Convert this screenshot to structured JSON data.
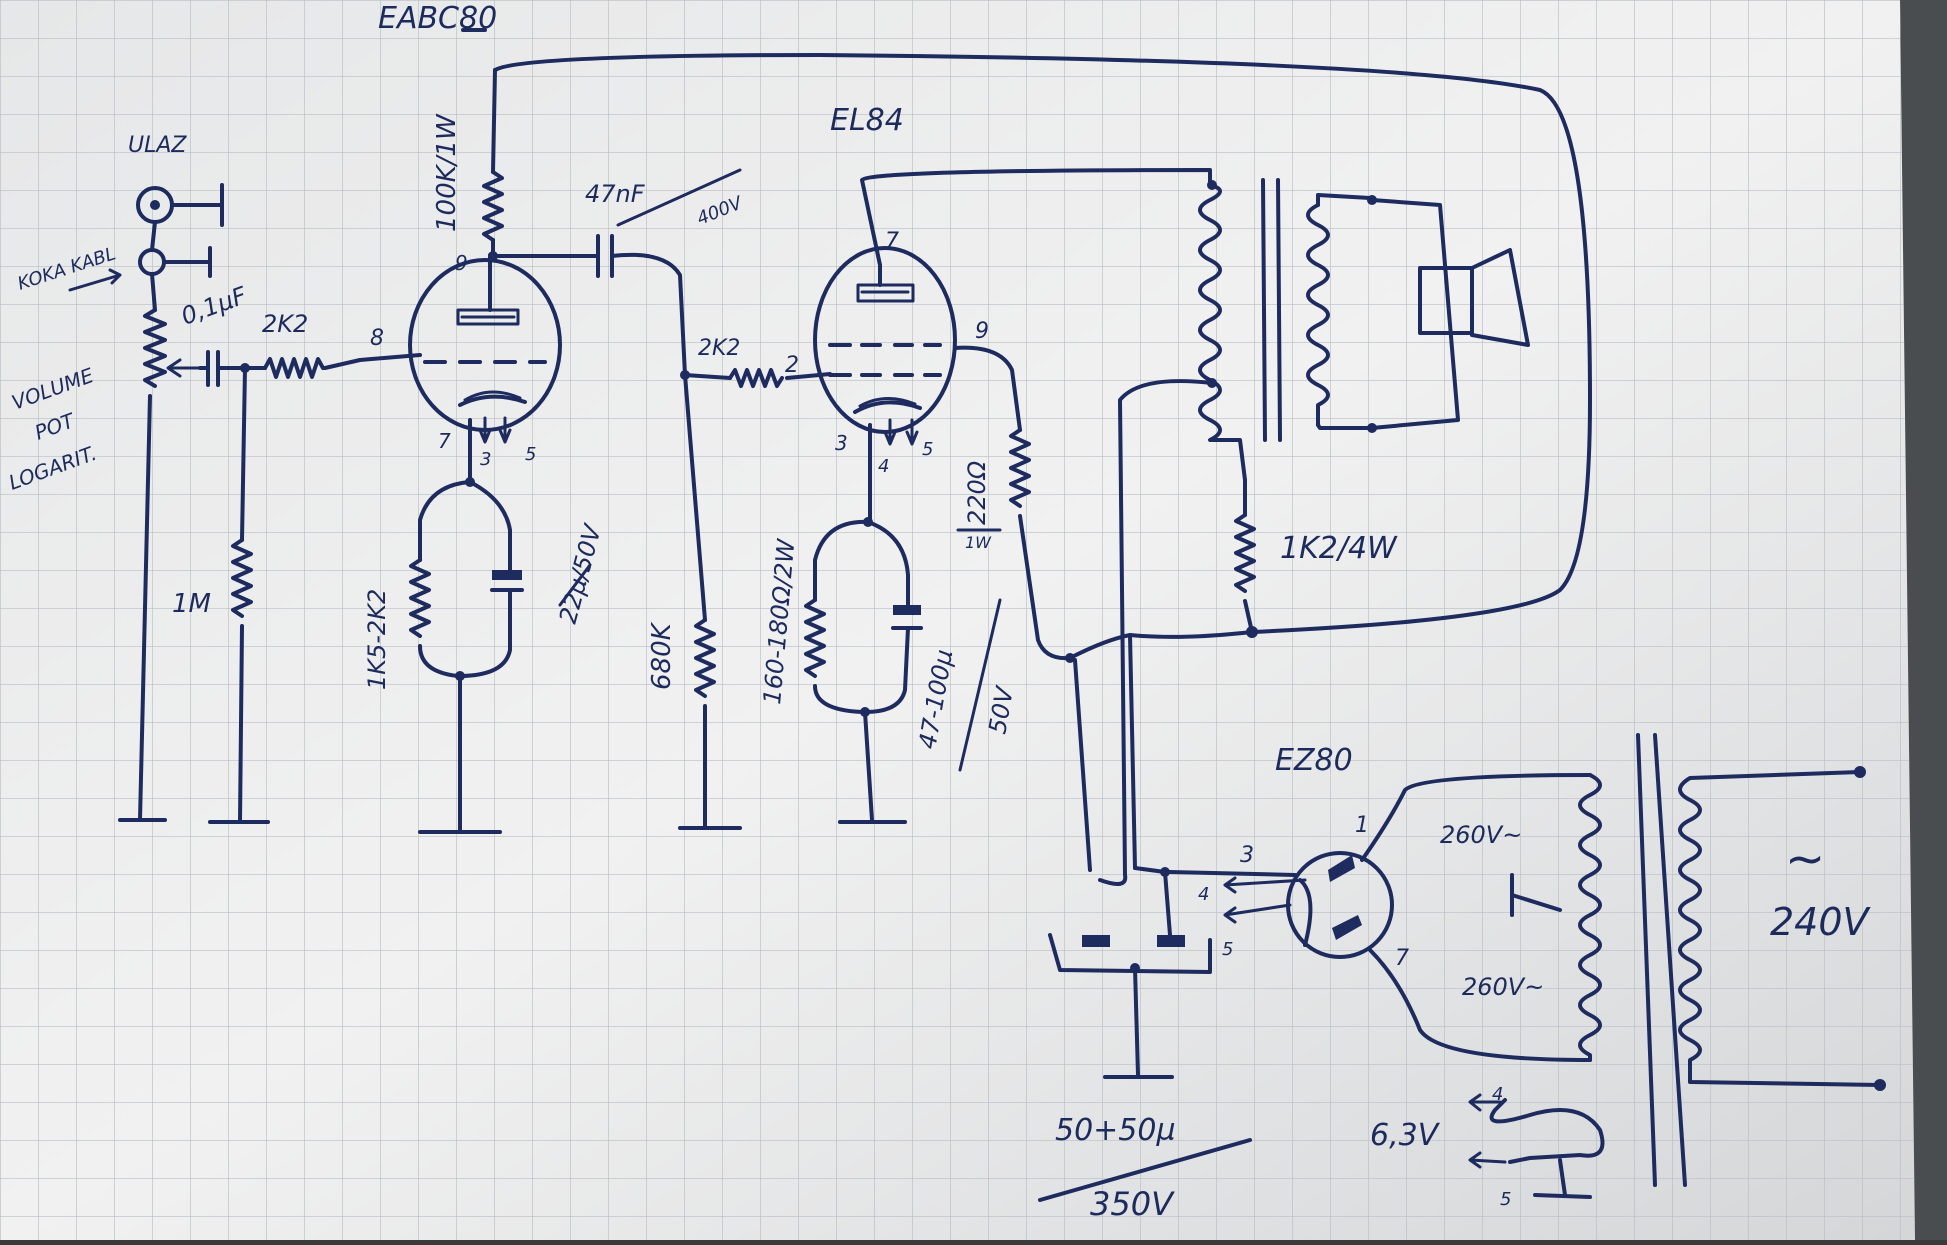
{
  "tubes": {
    "preamp": "EABC80",
    "power": "EL84",
    "rectifier": "EZ80"
  },
  "input": {
    "jack_label": "ULAZ",
    "cable_label": "KOKA KABL",
    "pot_label_1": "VOLUME",
    "pot_label_2": "POT",
    "pot_label_3": "LOGARIT."
  },
  "components": {
    "c_in": "0,1µF",
    "r_grid1": "2K2",
    "r_leak1": "1M",
    "r_plate1": "100K/1W",
    "c_coupling_1": "47nF",
    "c_coupling_2": "400V",
    "r_cathode1": "1K5-2K2",
    "c_cathode1": "22µ/50V",
    "r_grid2": "2K2",
    "r_leak2": "680K",
    "r_cathode2": "160-180Ω/2W",
    "c_cathode2_1": "47-100µ",
    "c_cathode2_2": "50V",
    "r_screen_1": "220Ω",
    "r_screen_2": "1W",
    "r_filter": "1K2/4W",
    "c_filter_1": "50+50µ",
    "c_filter_2": "350V"
  },
  "pins": {
    "eabc_plate": "9",
    "eabc_grid": "8",
    "eabc_cathode": "7",
    "eabc_f1": "3",
    "eabc_f2": "5",
    "el_plate": "7",
    "el_grid": "2",
    "el_screen": "9",
    "el_cathode": "3",
    "el_f1": "4",
    "el_f2": "5",
    "ez_a1": "1",
    "ez_k": "3",
    "ez_a2": "7",
    "ez_f1": "4",
    "ez_f2": "5"
  },
  "power": {
    "sec_hv_1": "260V~",
    "sec_hv_2": "260V~",
    "heater": "6,3V",
    "mains_symbol": "~",
    "mains": "240V",
    "heater_f1": "4",
    "heater_f2": "5"
  }
}
